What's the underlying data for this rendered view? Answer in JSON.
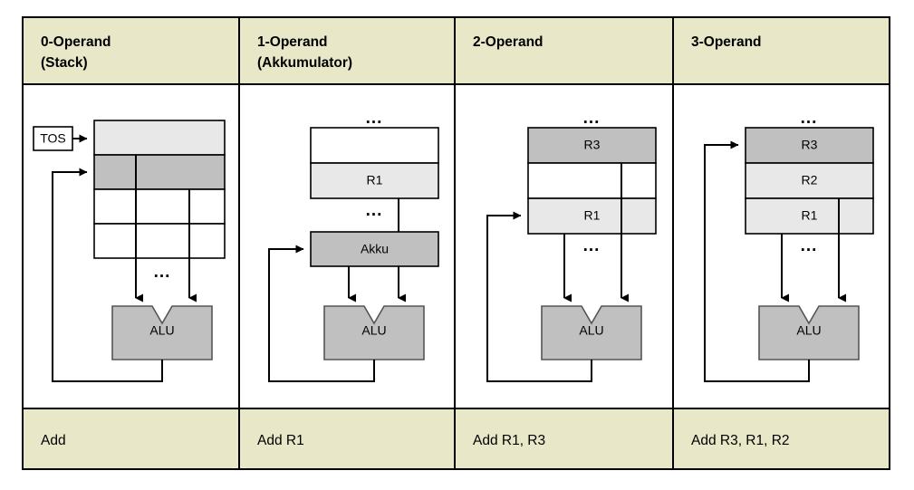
{
  "figure": {
    "title_semantic": "operand-count-architectures-comparison",
    "colors": {
      "header_fill": "#e8e8c8",
      "instruction_fill": "#e8e8c8",
      "cell_white": "#ffffff",
      "cell_light_gray": "#e8e8e8",
      "cell_mid_gray": "#c0c0c0",
      "alu_fill": "#c0c0c0",
      "stroke": "#000000",
      "page_background": "#ffffff"
    },
    "ellipsis": "..."
  },
  "columns": [
    {
      "id": "col-0-operand",
      "header": {
        "line1": "0-Operand",
        "line2": "(Stack)"
      },
      "pointer_label": "TOS",
      "alu_label": "ALU",
      "top_ellipsis": "",
      "mid_ellipsis": "...",
      "storage_cells": [
        {
          "label": "",
          "shade": "light"
        },
        {
          "label": "",
          "shade": "mid"
        },
        {
          "label": "",
          "shade": "white"
        },
        {
          "label": "",
          "shade": "white"
        }
      ],
      "instruction": "Add"
    },
    {
      "id": "col-1-operand",
      "header": {
        "line1": "1-Operand",
        "line2": "(Akkumulator)"
      },
      "pointer_label": "",
      "alu_label": "ALU",
      "accumulator_label": "Akku",
      "top_ellipsis": "...",
      "mid_ellipsis": "...",
      "storage_cells": [
        {
          "label": "",
          "shade": "white"
        },
        {
          "label": "R1",
          "shade": "light"
        }
      ],
      "instruction": "Add   R1"
    },
    {
      "id": "col-2-operand",
      "header": {
        "line1": "2-Operand",
        "line2": ""
      },
      "pointer_label": "",
      "alu_label": "ALU",
      "top_ellipsis": "...",
      "mid_ellipsis": "...",
      "storage_cells": [
        {
          "label": "R3",
          "shade": "mid"
        },
        {
          "label": "",
          "shade": "white"
        },
        {
          "label": "R1",
          "shade": "light"
        }
      ],
      "instruction": "Add   R1, R3"
    },
    {
      "id": "col-3-operand",
      "header": {
        "line1": "3-Operand",
        "line2": ""
      },
      "pointer_label": "",
      "alu_label": "ALU",
      "top_ellipsis": "...",
      "mid_ellipsis": "...",
      "storage_cells": [
        {
          "label": "R3",
          "shade": "mid"
        },
        {
          "label": "R2",
          "shade": "light"
        },
        {
          "label": "R1",
          "shade": "light"
        }
      ],
      "instruction": "Add   R3, R1, R2"
    }
  ]
}
